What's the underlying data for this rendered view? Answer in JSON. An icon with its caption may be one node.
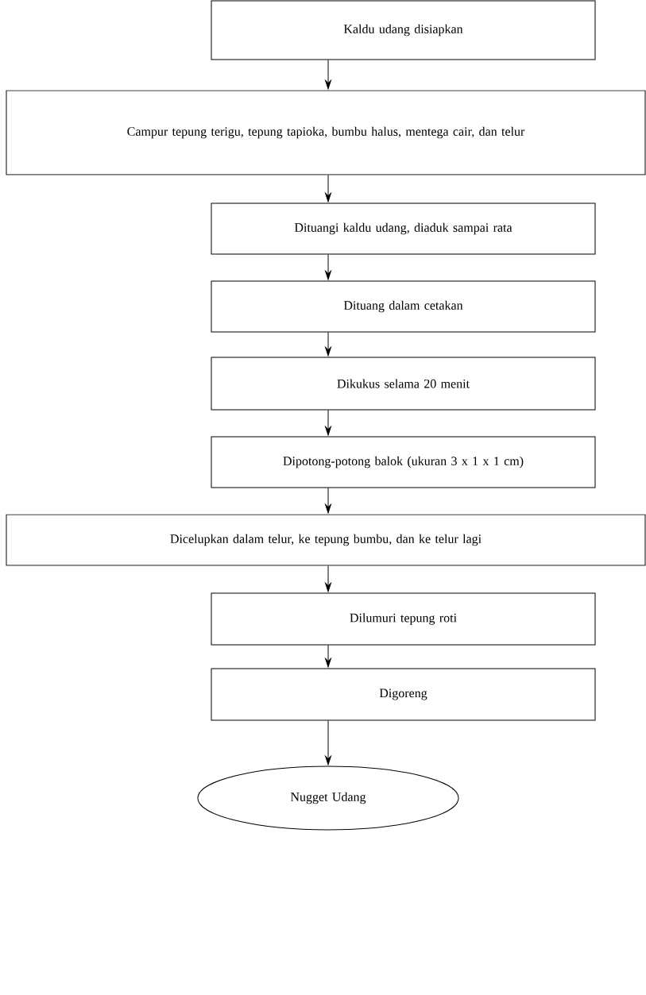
{
  "diagram": {
    "nodes": [
      {
        "text": [
          "Kaldu udang disiapkan"
        ]
      },
      {
        "text": [
          "Campur tepung terigu, tepung tapioka, bumbu halus, mentega cair, dan telur"
        ]
      },
      {
        "text": [
          "Dituangi kaldu udang, diaduk sampai rata"
        ]
      },
      {
        "text": [
          "Dituang dalam cetakan"
        ]
      },
      {
        "text": [
          "Dikukus selama 20 menit"
        ]
      },
      {
        "text": [
          "Dipotong-potong balok (ukuran 3 x 1 x 1 cm)"
        ]
      },
      {
        "text": [
          "Dicelupkan dalam telur, ke tepung bumbu, dan ke telur lagi"
        ]
      },
      {
        "text": [
          "Dilumuri tepung roti"
        ]
      },
      {
        "text": [
          "Digoreng"
        ]
      },
      {
        "text": [
          "Nugget Udang"
        ]
      }
    ],
    "edges": [
      {
        "from": 0,
        "to": 1,
        "arrow": "to"
      },
      {
        "from": 1,
        "to": 2,
        "arrow": "to"
      },
      {
        "from": 2,
        "to": 3,
        "arrow": "to"
      },
      {
        "from": 3,
        "to": 4,
        "arrow": "to"
      },
      {
        "from": 4,
        "to": 5,
        "arrow": "to"
      },
      {
        "from": 5,
        "to": 6,
        "arrow": "to"
      },
      {
        "from": 6,
        "to": 7,
        "arrow": "to"
      },
      {
        "from": 7,
        "to": 8,
        "arrow": "to"
      },
      {
        "from": 8,
        "to": 9,
        "arrow": "to"
      }
    ]
  }
}
